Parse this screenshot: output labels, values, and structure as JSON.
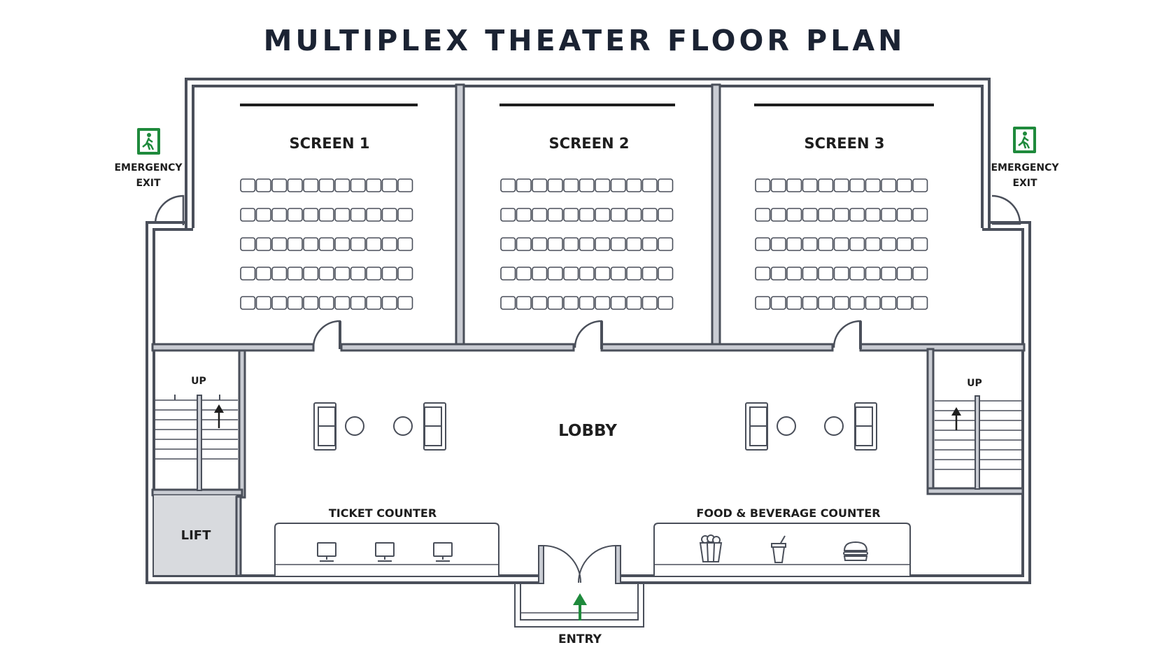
{
  "title": "MULTIPLEX THEATER FLOOR PLAN",
  "screens": [
    {
      "label": "SCREEN 1"
    },
    {
      "label": "SCREEN 2"
    },
    {
      "label": "SCREEN 3"
    }
  ],
  "seating": {
    "rows": 5,
    "seats_per_row": 11
  },
  "lobby": {
    "label": "LOBBY"
  },
  "stairs": {
    "left_label": "UP",
    "right_label": "UP"
  },
  "lift": {
    "label": "LIFT"
  },
  "ticket_counter": {
    "label": "TICKET COUNTER"
  },
  "food_counter": {
    "label": "FOOD & BEVERAGE COUNTER"
  },
  "entry": {
    "label": "ENTRY"
  },
  "emergency_exit": {
    "line1": "EMERGENCY",
    "line2": "EXIT"
  },
  "colors": {
    "wall": "#4a4f5a",
    "wall_fill": "#c9ccd3",
    "exit_green": "#1f8a3c",
    "entry_arrow": "#1f8a3c",
    "lift_fill": "#d8dade"
  }
}
